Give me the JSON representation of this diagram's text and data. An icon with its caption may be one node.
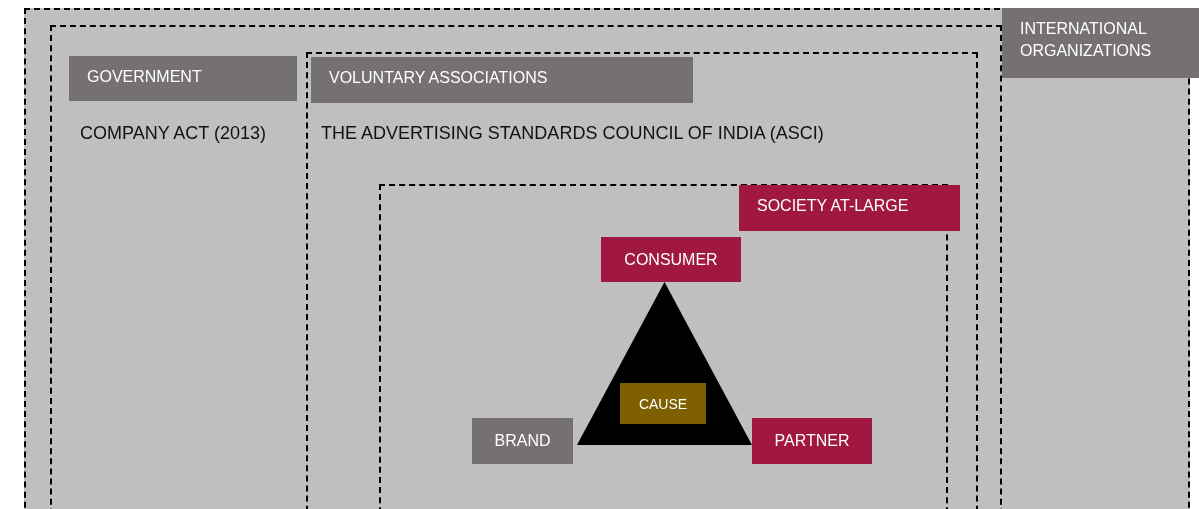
{
  "diagram": {
    "nodes": [
      {
        "text": [
          "INTERNATIONAL ORGANIZATIONS"
        ]
      },
      {
        "text": [
          "GOVERNMENT",
          "COMPANY ACT (2013)"
        ],
        "in": 0
      },
      {
        "text": [
          "VOLUNTARY ASSOCIATIONS",
          "THE ADVERTISING STANDARDS COUNCIL OF INDIA (ASCI)"
        ],
        "in": 1
      },
      {
        "text": [
          "SOCIETY AT-LARGE"
        ],
        "in": 2
      },
      {
        "text": [
          "CONSUMER"
        ],
        "in": 3
      },
      {
        "text": [],
        "shape": "triangle",
        "in": 3
      },
      {
        "text": [
          "CAUSE"
        ],
        "in": 5
      },
      {
        "text": [
          "BRAND"
        ],
        "in": 3
      },
      {
        "text": [
          "PARTNER"
        ],
        "in": 3
      }
    ],
    "edges": []
  }
}
